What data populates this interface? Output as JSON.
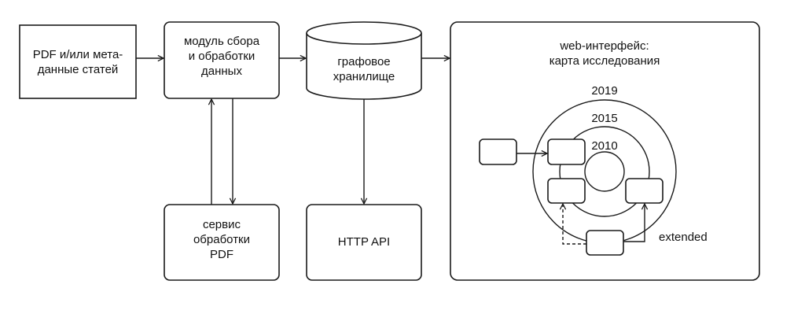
{
  "nodes": {
    "pdf_metadata": {
      "lines": [
        "PDF и/или мета-",
        "данные статей"
      ]
    },
    "collector": {
      "lines": [
        "модуль сбора",
        "и обработки",
        "данных"
      ]
    },
    "graph_storage": {
      "lines": [
        "графовое",
        "хранилище"
      ]
    },
    "pdf_service": {
      "lines": [
        "сервис",
        "обработки",
        "PDF"
      ]
    },
    "http_api": {
      "lines": [
        "HTTP API"
      ]
    },
    "web_ui": {
      "title_lines": [
        "web-интерфейс:",
        "карта исследования"
      ],
      "rings": [
        "2019",
        "2015",
        "2010"
      ],
      "extended_label": "extended"
    }
  },
  "edges": [
    {
      "from": "pdf_metadata",
      "to": "collector"
    },
    {
      "from": "collector",
      "to": "graph_storage"
    },
    {
      "from": "graph_storage",
      "to": "web_ui"
    },
    {
      "from": "collector",
      "to": "pdf_service"
    },
    {
      "from": "pdf_service",
      "to": "collector"
    },
    {
      "from": "graph_storage",
      "to": "http_api"
    }
  ]
}
